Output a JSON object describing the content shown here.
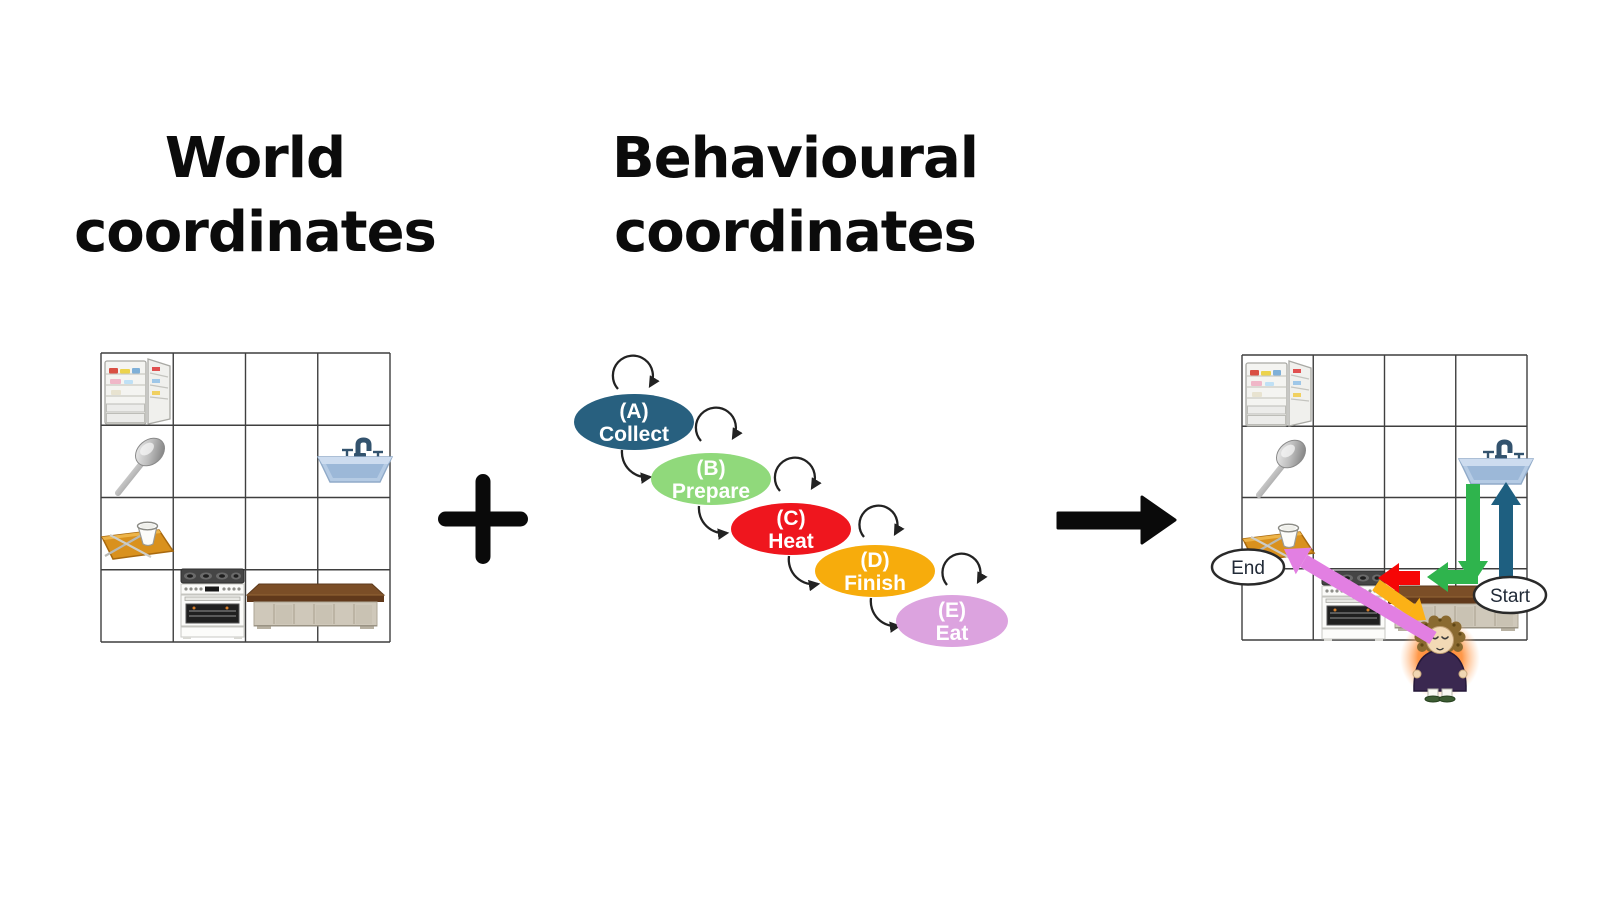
{
  "composition": {
    "left_title_line1": "World",
    "left_title_line2": "coordinates",
    "middle_title_line1": "Behavioural",
    "middle_title_line2": "coordinates",
    "plus_symbol": "+",
    "arrow_symbol": "→"
  },
  "behaviour_states": [
    {
      "tag": "(A)",
      "label": "Collect",
      "color": "#28607F"
    },
    {
      "tag": "(B)",
      "label": "Prepare",
      "color": "#90D97B"
    },
    {
      "tag": "(C)",
      "label": "Heat",
      "color": "#EF161E"
    },
    {
      "tag": "(D)",
      "label": "Finish",
      "color": "#F7AC0C"
    },
    {
      "tag": "(E)",
      "label": "Eat",
      "color": "#DCA3DF"
    }
  ],
  "world_grid": {
    "rows": 4,
    "cols": 4,
    "items": [
      {
        "name": "fridge",
        "row": 1,
        "col": 1
      },
      {
        "name": "spoon",
        "row": 2,
        "col": 1
      },
      {
        "name": "sink",
        "row": 2,
        "col": 4
      },
      {
        "name": "serving-tray",
        "row": 3,
        "col": 1
      },
      {
        "name": "stove",
        "row": 4,
        "col": 2
      },
      {
        "name": "counter",
        "row": 4,
        "col": 3,
        "colspan": 2
      }
    ]
  },
  "combined_view": {
    "start_label": "Start",
    "end_label": "End",
    "trajectory": [
      {
        "name": "start-to-sink",
        "color": "#1E5F80",
        "direction": "up"
      },
      {
        "name": "sink-to-counter",
        "color": "#2FB44D",
        "direction": "down"
      },
      {
        "name": "counter-step-left",
        "color": "#2FB44D",
        "direction": "left"
      },
      {
        "name": "counter-to-stove",
        "color": "#F60606",
        "direction": "left"
      },
      {
        "name": "stove-to-counter",
        "color": "#FCB116",
        "direction": "down-right"
      },
      {
        "name": "counter-to-tray-end",
        "color": "#E27FE2",
        "direction": "up-left"
      }
    ]
  }
}
